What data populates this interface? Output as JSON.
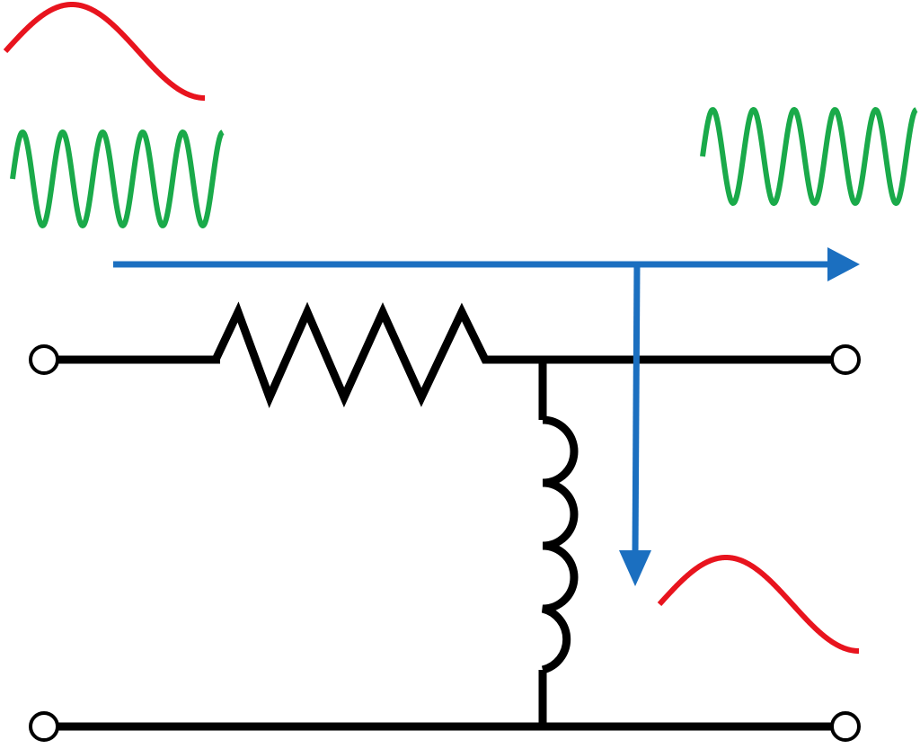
{
  "diagram": {
    "type": "high-pass-filter-circuit",
    "components": [
      "resistor",
      "inductor"
    ],
    "signals": {
      "input_low_frequency": "low-frequency-wave",
      "input_high_frequency": "high-frequency-wave",
      "output_high_frequency": "high-frequency-wave",
      "shunted_low_frequency": "low-frequency-wave"
    },
    "colors": {
      "wire": "#000000",
      "terminal_fill": "#ffffff",
      "low_frequency_wave": "#e8141e",
      "high_frequency_wave": "#1aaa4a",
      "signal_flow_arrow": "#1b6fc0"
    }
  }
}
